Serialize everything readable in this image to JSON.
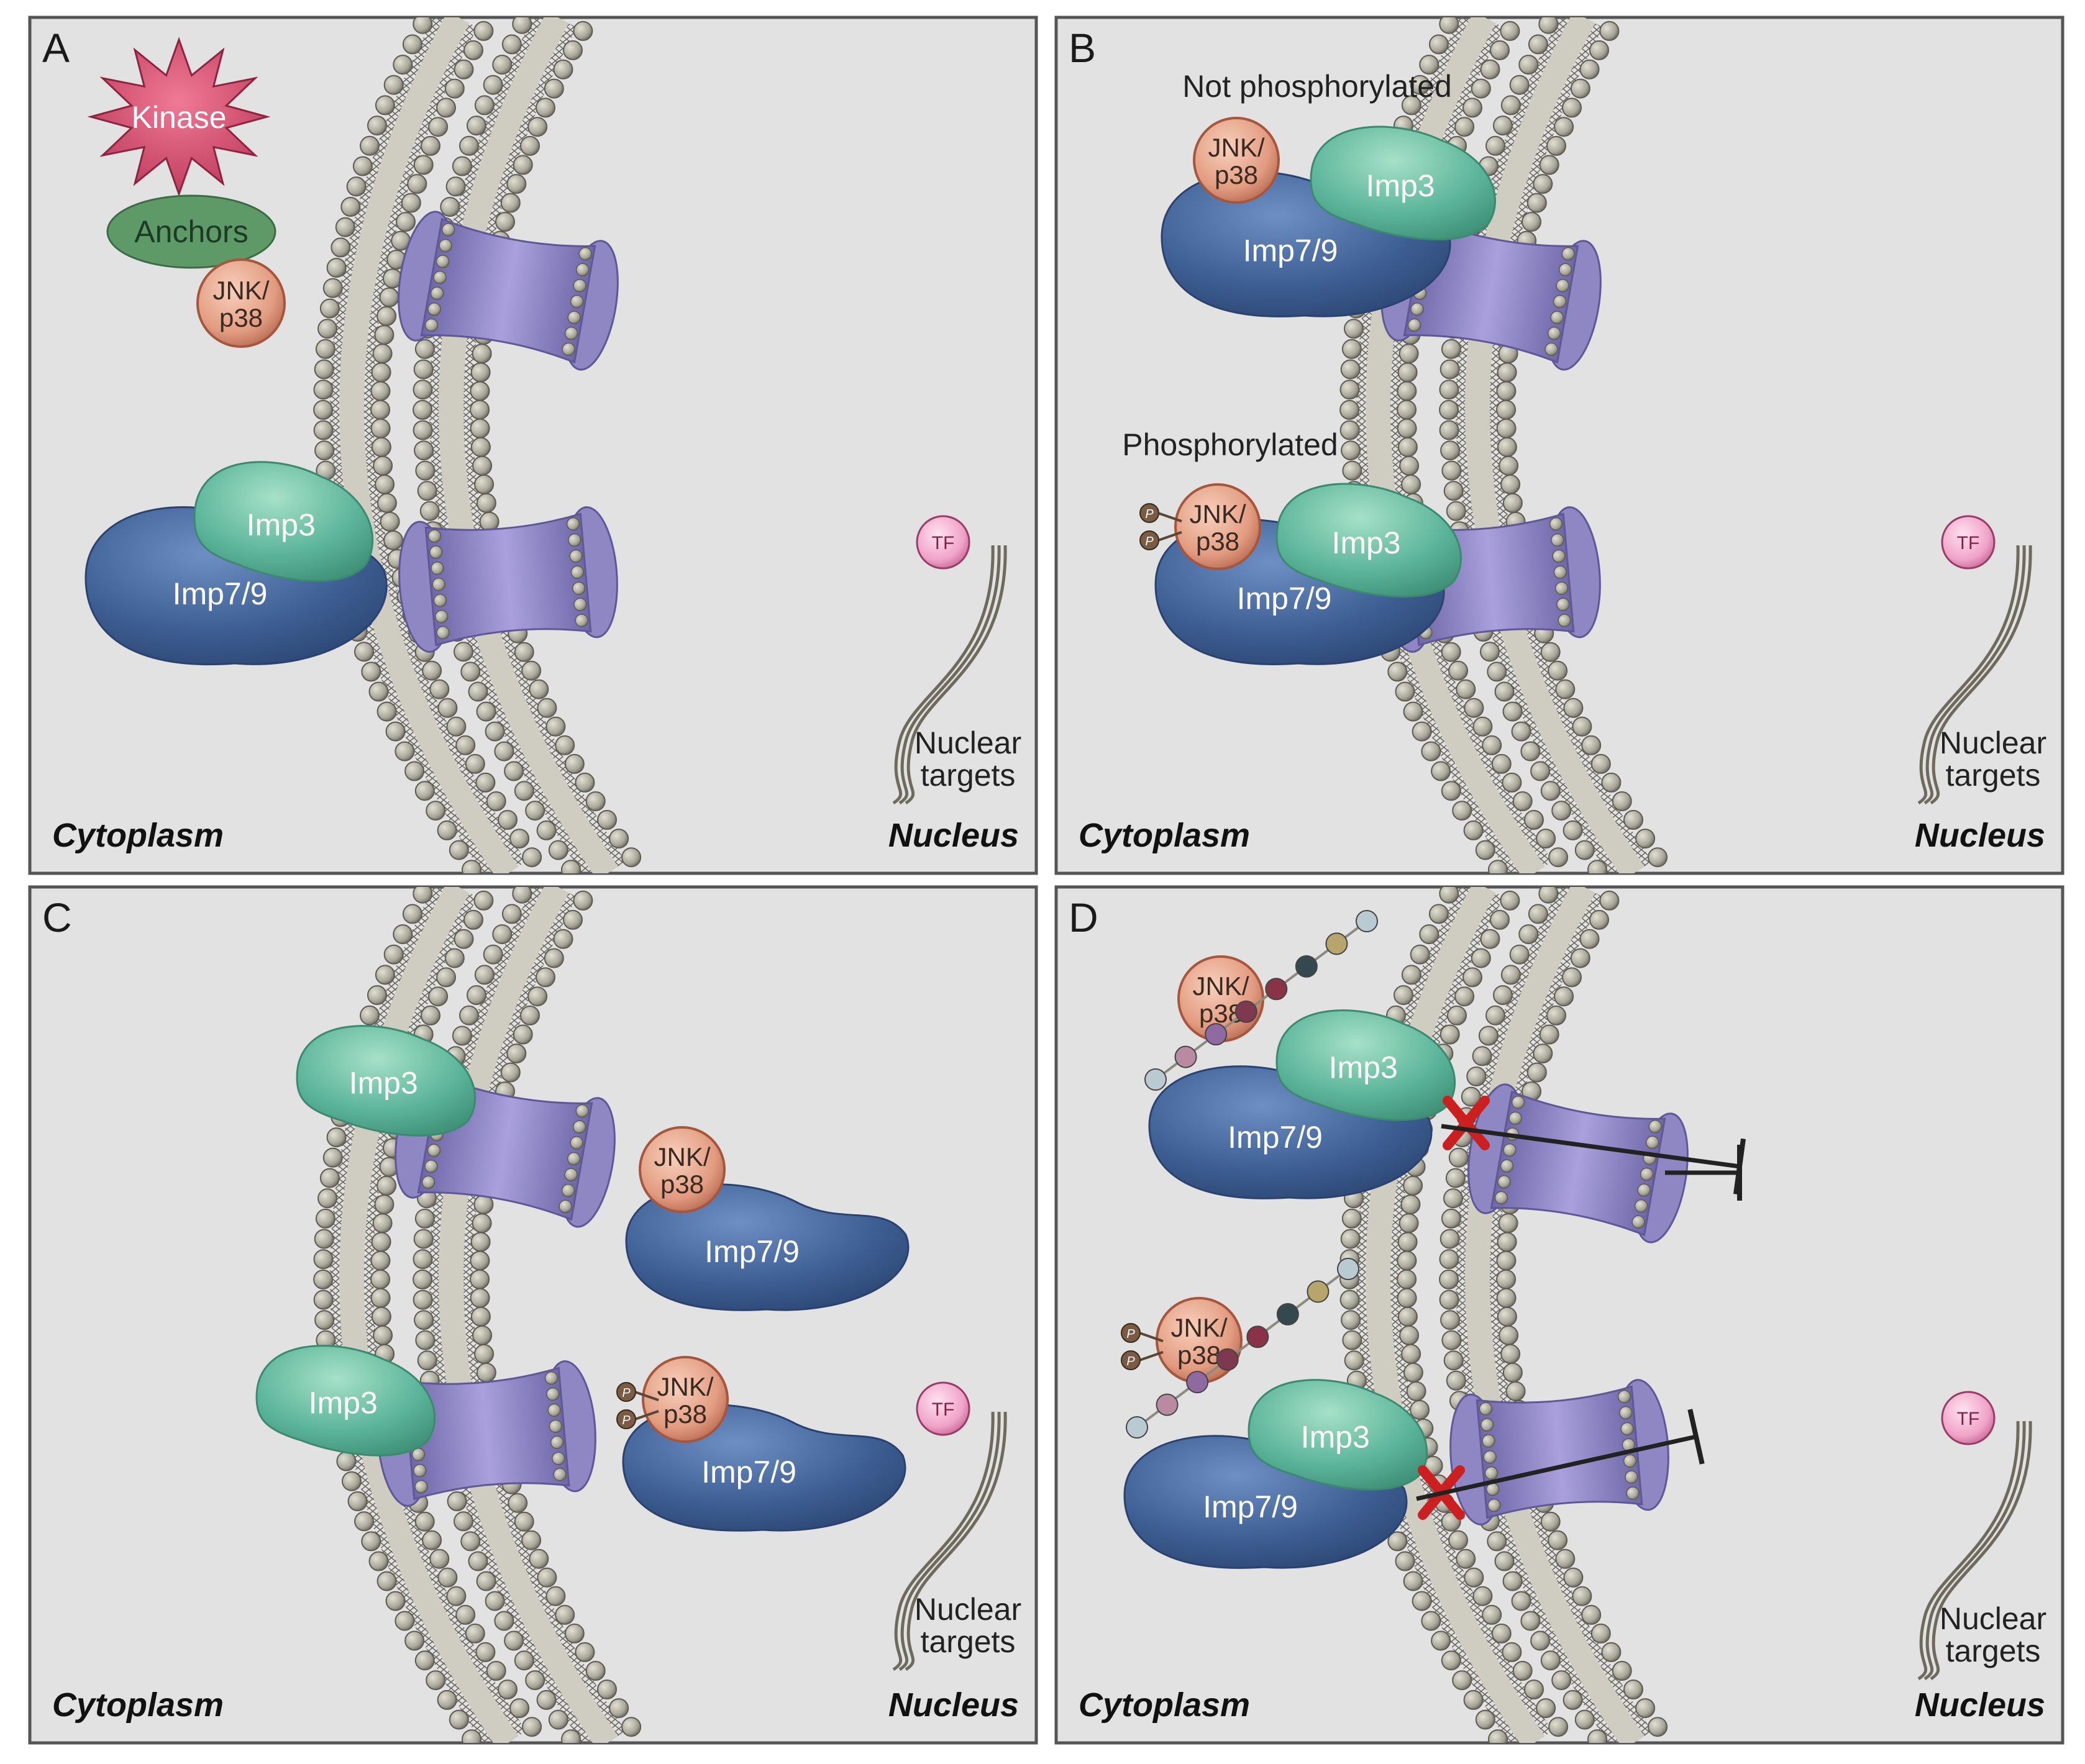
{
  "colors": {
    "panel_bg": "#e2e2e2",
    "membrane_bead": "#a8a698",
    "pore": "#8f86c4",
    "imp79": "#3e5f94",
    "imp3": "#5bb499",
    "jnk": "#e29b80",
    "kinase": "#cf4a6a",
    "anchors": "#5e9a68",
    "tf": "#f0a3c8",
    "inhibit_x": "#cc1f1f"
  },
  "labels": {
    "cytoplasm": "Cytoplasm",
    "nucleus": "Nucleus",
    "imp3": "Imp3",
    "imp79": "Imp7/9",
    "jnk_line1": "JNK/",
    "jnk_line2": "p38",
    "tf": "TF",
    "targets_line1": "Nuclear",
    "targets_line2": "targets",
    "kinase": "Kinase",
    "anchors": "Anchors",
    "not_phosphorylated": "Not phosphorylated",
    "phosphorylated": "Phosphorylated",
    "p": "P"
  },
  "panels": [
    {
      "letter": "A"
    },
    {
      "letter": "B"
    },
    {
      "letter": "C"
    },
    {
      "letter": "D"
    }
  ],
  "icons": [
    "kinase-star-icon",
    "anchors-icon",
    "nuclear-pore-icon",
    "membrane-bilayer-icon",
    "phosphate-icon",
    "inhibition-x-icon",
    "blocked-arrow-icon",
    "dna-strand-icon"
  ]
}
